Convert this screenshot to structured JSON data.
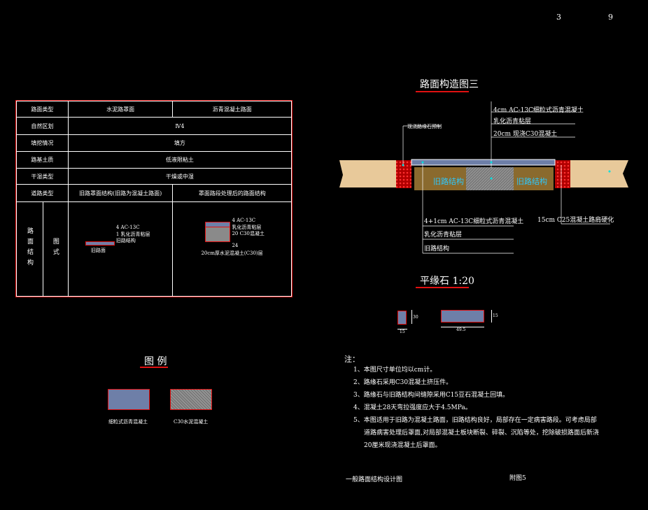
{
  "header": {
    "page_num_left": "3",
    "page_num_right": "9"
  },
  "table": {
    "rows": [
      {
        "label": "路面类型",
        "value_a": "水泥路罩面",
        "value_b": "沥青混凝土路面"
      },
      {
        "label": "自然区划",
        "value": "Ⅳ4"
      },
      {
        "label": "填挖情况",
        "value": "填方"
      },
      {
        "label": "路基土质",
        "value": "低液限粘土"
      },
      {
        "label": "干湿类型",
        "value": "干燥或中湿"
      },
      {
        "label": "道路类型",
        "value_a": "旧路罩面结构(旧路为混凝土路面)",
        "value_b": "罩面路段处理后的路面结构"
      }
    ],
    "struct_label_a": "路面结构",
    "struct_label_b": "图式",
    "cell_a_lines": [
      "4 AC-13C",
      "1 乳化沥青粘层",
      "旧路结构"
    ],
    "cell_a_caption": "旧路面",
    "cell_b_lines": [
      "4 AC-13C",
      "乳化沥青粘层",
      "20 C30混凝土",
      "24"
    ],
    "cell_b_caption": "20cm厚水泥混凝土(C30)层"
  },
  "section": {
    "title": "路面构造图三",
    "top_labels": [
      "4cm AC-13C细粒式沥青混凝土",
      "乳化沥青粘层",
      "20cm 现浇C30混凝土"
    ],
    "left_top_label": "现浇路缘石预制",
    "old_left": "旧路结构",
    "old_right": "旧路结构",
    "bottom_labels": [
      "4+1cm AC-13C细粒式沥青混凝土",
      "乳化沥青粘层",
      "旧路结构"
    ],
    "right_label": "15cm C25混凝土路肩硬化"
  },
  "curb": {
    "title": "平缘石 1:20",
    "dim_small_w": "15",
    "dim_small_h": "30",
    "dim_large_w": "49.5",
    "dim_large_h": "15"
  },
  "legend": {
    "title": "图  例",
    "items": [
      {
        "label": "细粒式沥青混凝土",
        "color": "#6e7fa8"
      },
      {
        "label": "C30水泥混凝土",
        "color": "#8a8a8a"
      }
    ]
  },
  "notes": {
    "heading": "注：",
    "items": [
      "1、本图尺寸单位均以cm计。",
      "2、路缘石采用C30混凝土挤压件。",
      "3、路缘石与旧路结构间缝隙采用C15豆石混凝土回填。",
      "4、混凝土28天弯拉强度应大于4.5MPa。",
      "5、本图适用于旧路为混凝土路面，旧路结构良好，局部存在一定病害路段。可考虑局部",
      "道路病害处理后罩面,对局部混凝土板块断裂、碎裂、沉陷等处，挖除破损路面后新浇",
      "20厘米现浇混凝土后罩面。"
    ]
  },
  "footer": {
    "title": "一般路面结构设计图",
    "fig": "附图5"
  }
}
